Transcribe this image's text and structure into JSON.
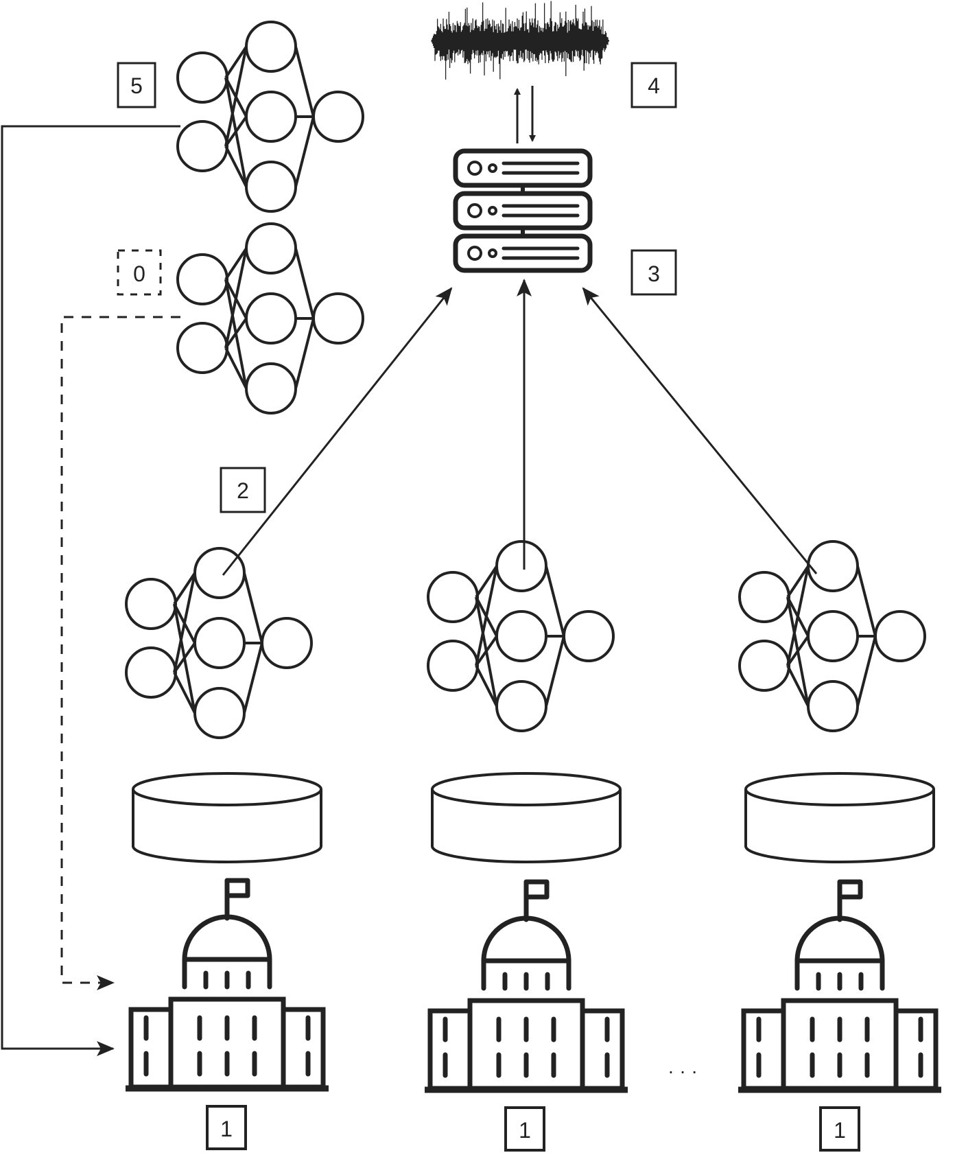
{
  "diagram": {
    "title": "Federated learning workflow",
    "step_labels": {
      "step0": "0",
      "step1": "1",
      "step2": "2",
      "step3": "3",
      "step4": "4",
      "step5": "5"
    },
    "ellipsis": "· · ·",
    "components": {
      "global_model": "neural-network",
      "initial_model": "neural-network",
      "server": "server-icon",
      "noise": "noise-waveform",
      "clients": [
        {
          "model": "neural-network",
          "data": "database-icon",
          "institution": "government-building-icon",
          "label": "1"
        },
        {
          "model": "neural-network",
          "data": "database-icon",
          "institution": "government-building-icon",
          "label": "1"
        },
        {
          "model": "neural-network",
          "data": "database-icon",
          "institution": "government-building-icon",
          "label": "1"
        }
      ]
    },
    "colors": {
      "ink": "#222222",
      "background": "#ffffff"
    }
  }
}
